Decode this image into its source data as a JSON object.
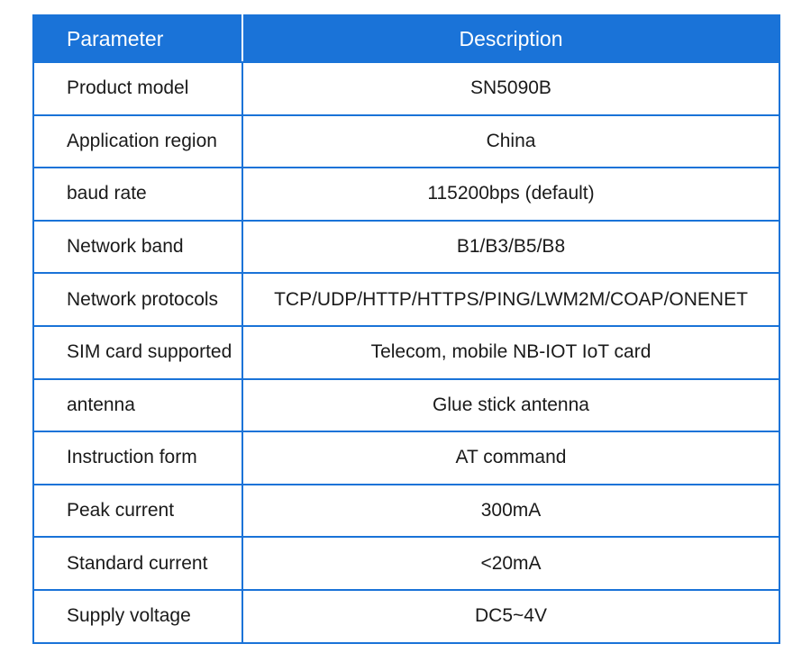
{
  "table": {
    "headers": {
      "parameter": "Parameter",
      "description": "Description"
    },
    "rows": [
      {
        "parameter": "Product model",
        "description": "SN5090B"
      },
      {
        "parameter": "Application region",
        "description": "China"
      },
      {
        "parameter": "baud rate",
        "description": "115200bps (default)"
      },
      {
        "parameter": "Network band",
        "description": "B1/B3/B5/B8"
      },
      {
        "parameter": "Network protocols",
        "description": "TCP/UDP/HTTP/HTTPS/PING/LWM2M/COAP/ONENET"
      },
      {
        "parameter": "SIM card supported",
        "description": "Telecom, mobile NB-IOT IoT card"
      },
      {
        "parameter": "antenna",
        "description": "Glue stick antenna"
      },
      {
        "parameter": "Instruction form",
        "description": "AT command"
      },
      {
        "parameter": "Peak current",
        "description": "300mA"
      },
      {
        "parameter": "Standard current",
        "description": "<20mA"
      },
      {
        "parameter": "Supply voltage",
        "description": "DC5~4V"
      }
    ]
  },
  "colors": {
    "accent": "#1a73d8",
    "header_text": "#ffffff",
    "body_text": "#1a1a1a"
  }
}
